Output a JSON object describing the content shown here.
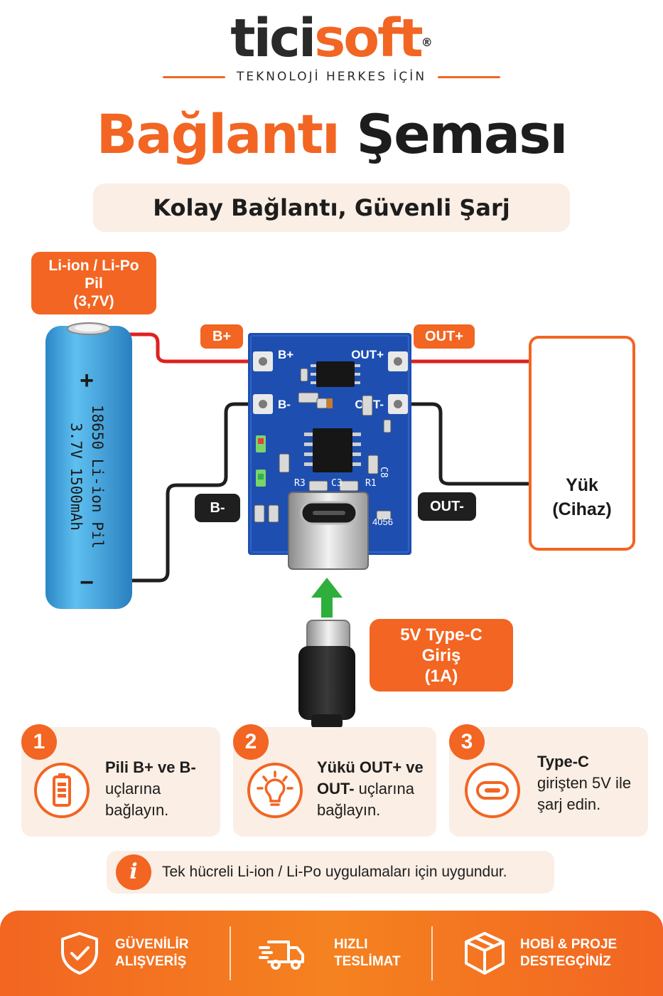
{
  "brand": {
    "name_part1": "tici",
    "name_part2": "soft",
    "registered": "®",
    "tagline": "TEKNOLOJİ  HERKES İÇİN"
  },
  "title": {
    "part1": "Bağlantı",
    "part2": "Şeması",
    "subtitle": "Kolay Bağlantı, Güvenli Şarj"
  },
  "diagram": {
    "battery_tag": [
      "Li-ion / Li-Po",
      "Pil",
      "(3,7V)"
    ],
    "battery": {
      "plus": "+",
      "minus": "−",
      "label_line1": "18650 Li-ion Pil",
      "label_line2": "3.7V 1500mAh"
    },
    "wire_labels": {
      "b_plus": "B+",
      "b_minus": "B-",
      "out_plus": "OUT+",
      "out_minus": "OUT-"
    },
    "board": {
      "pad_b_plus": "B+",
      "pad_b_minus": "B-",
      "pad_out_plus": "OUT+",
      "pad_out_minus": "OUT-",
      "model": "4056",
      "silk_r1": "R1",
      "silk_c3": "C3",
      "silk_c8": "C8",
      "silk_r3": "R3"
    },
    "load": {
      "line1": "Yük",
      "line2": "(Cihaz)"
    },
    "input_tag": [
      "5V Type-C",
      "Giriş",
      "(1A)"
    ]
  },
  "steps": [
    {
      "number": "1",
      "icon": "battery-icon",
      "bold": "Pili B+ ve B-",
      "rest1": "uçlarına",
      "rest2": "bağlayın."
    },
    {
      "number": "2",
      "icon": "bulb-icon",
      "bold": "Yükü OUT+ ve",
      "bold2": "OUT-",
      "rest1": " uçlarına",
      "rest2": "bağlayın."
    },
    {
      "number": "3",
      "icon": "usb-c-icon",
      "bold": "Type-C",
      "rest1": "girişten 5V ile",
      "rest2": "şarj edin."
    }
  ],
  "info": {
    "icon": "i",
    "text": "Tek hücreli Li-ion / Li-Po uygulamaları için uygundur."
  },
  "footer": {
    "items": [
      {
        "icon": "shield-check-icon",
        "line1": "GÜVENİLİR",
        "line2": "ALIŞVERİŞ"
      },
      {
        "icon": "truck-icon",
        "line1": "HIZLI",
        "line2": "TESLİMAT"
      },
      {
        "icon": "box-icon",
        "line1": "HOBİ & PROJE",
        "line2": "DESTEGÇİNİZ"
      }
    ]
  },
  "colors": {
    "accent": "#f26522",
    "dark": "#1f1f1f",
    "board": "#1e4fb0",
    "battery": "#3aa0dc",
    "wire_red": "#e02020",
    "arrow_green": "#2eae3a",
    "soft_bg": "#fbeee4"
  }
}
